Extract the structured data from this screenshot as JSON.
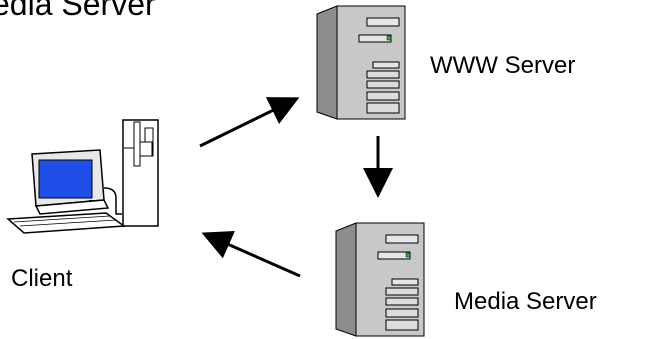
{
  "header": {
    "title": "edia Server"
  },
  "nodes": {
    "www": {
      "label": "WWW Server",
      "icon": "tower-server-icon"
    },
    "media": {
      "label": "Media Server",
      "icon": "tower-server-icon"
    },
    "client": {
      "label": "Client",
      "icon": "desktop-computer-icon"
    }
  },
  "colors": {
    "screen": "#1E4FE8",
    "case": "#BDBDBD",
    "led": "#2FAF3A"
  }
}
